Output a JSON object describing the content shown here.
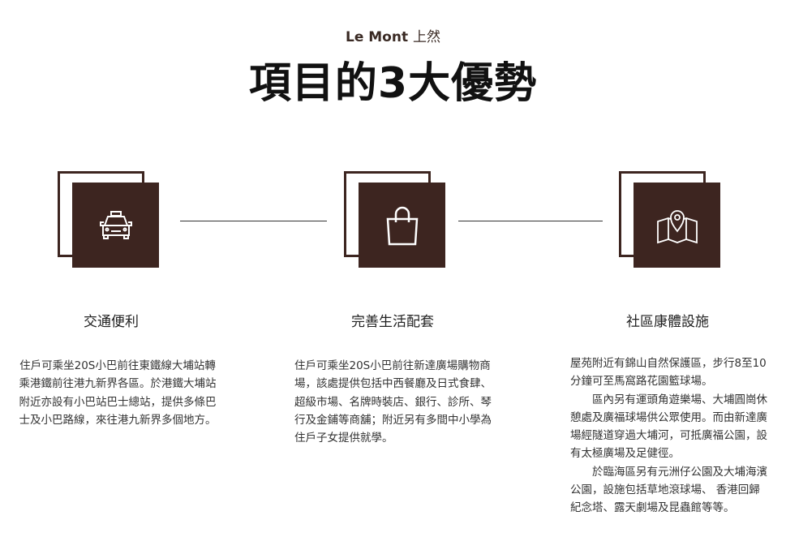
{
  "header": {
    "brand": "Le Mont",
    "brand_cn": "上然",
    "title": "項目的3大優勢"
  },
  "features": [
    {
      "icon": "taxi-icon",
      "title": "交通便利",
      "paragraphs": [
        "住戶可乘坐20S小巴前往東鐵線大埔站轉乘港鐵前往港九新界各區。於港鐵大埔站附近亦設有小巴站巴士總站，提供多條巴士及小巴路線，來往港九新界多個地方。"
      ]
    },
    {
      "icon": "shopping-bag-icon",
      "title": "完善生活配套",
      "paragraphs": [
        "住戶可乘坐20S小巴前往新達廣場購物商場，該處提供包括中西餐廳及日式食肆、超級市場、名牌時裝店、銀行、診所、琴行及金鋪等商舖；附近另有多間中小學為住戶子女提供就學。"
      ]
    },
    {
      "icon": "map-pin-icon",
      "title": "社區康體設施",
      "paragraphs": [
        "屋苑附近有錦山自然保護區，步行8至10分鐘可至馬窩路花園籃球場。",
        "區內另有運頭角遊樂場、大埔圓崗休憩處及廣福球場供公眾使用。而由新達廣場經隧道穿過大埔河，可抵廣福公園，設有太極廣場及足健徑。",
        "於臨海區另有元洲仔公園及大埔海濱公園，設施包括草地滾球場、 香港回歸紀念塔、露天劇場及昆蟲館等等。"
      ]
    }
  ],
  "colors": {
    "accent": "#3d2520"
  }
}
